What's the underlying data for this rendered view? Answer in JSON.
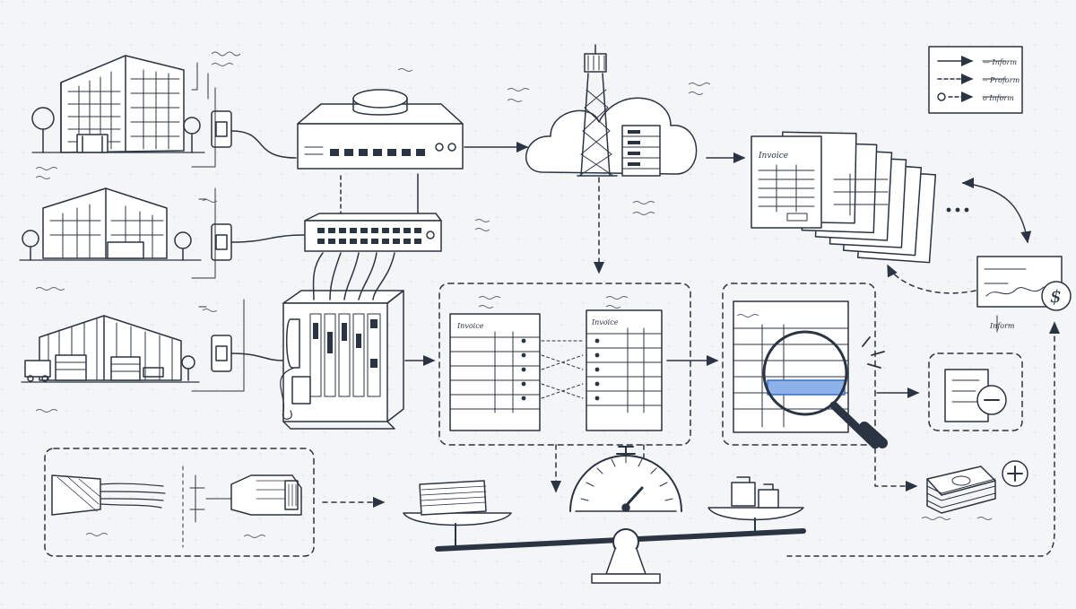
{
  "colors": {
    "ink": "#2b3442",
    "ink_light": "#5b6472",
    "paper": "#f4f5f7",
    "card": "#ffffff",
    "highlight": "#2f6fd6",
    "highlight_soft": "#8fb1ea",
    "dot_grid": "#d9dde3"
  },
  "labels": {
    "legend_solid": "— Inform",
    "legend_dashed": "-- Proform",
    "legend_circle": "o Inform",
    "invoice_stack": "Invoice",
    "table_left": "Invoice",
    "table_right": "Invoice",
    "check_note": "Inform"
  },
  "icons": [
    "office-building-icon",
    "factory-building-icon",
    "warehouse-icon",
    "wall-jack-icon",
    "network-router-icon",
    "network-switch-icon",
    "pbx-cabinet-icon",
    "cell-tower-icon",
    "cloud-icon",
    "server-icon",
    "invoice-stack-icon",
    "magnifier-icon",
    "balance-scale-icon",
    "cash-stack-icon",
    "check-icon",
    "dollar-icon",
    "plus-icon",
    "minus-icon",
    "cable-icon",
    "rj45-connector-icon"
  ]
}
